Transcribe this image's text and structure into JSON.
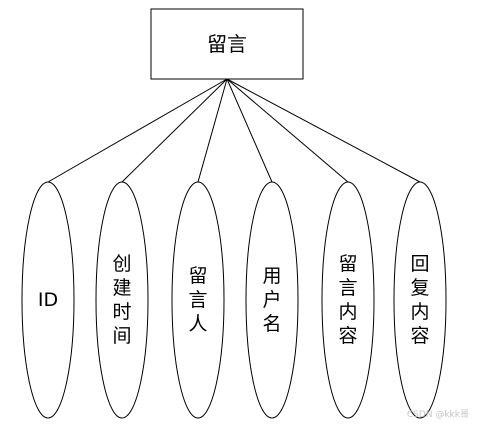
{
  "entity": {
    "label": "留言"
  },
  "attributes": [
    {
      "label": "ID"
    },
    {
      "label": "创建时间"
    },
    {
      "label": "留言人"
    },
    {
      "label": "用户名"
    },
    {
      "label": "留言内容"
    },
    {
      "label": "回复内容"
    }
  ],
  "watermark": "CSDN @kkk哥",
  "colors": {
    "stroke": "#000000",
    "fill": "#ffffff",
    "watermark": "#c4c4c4"
  }
}
